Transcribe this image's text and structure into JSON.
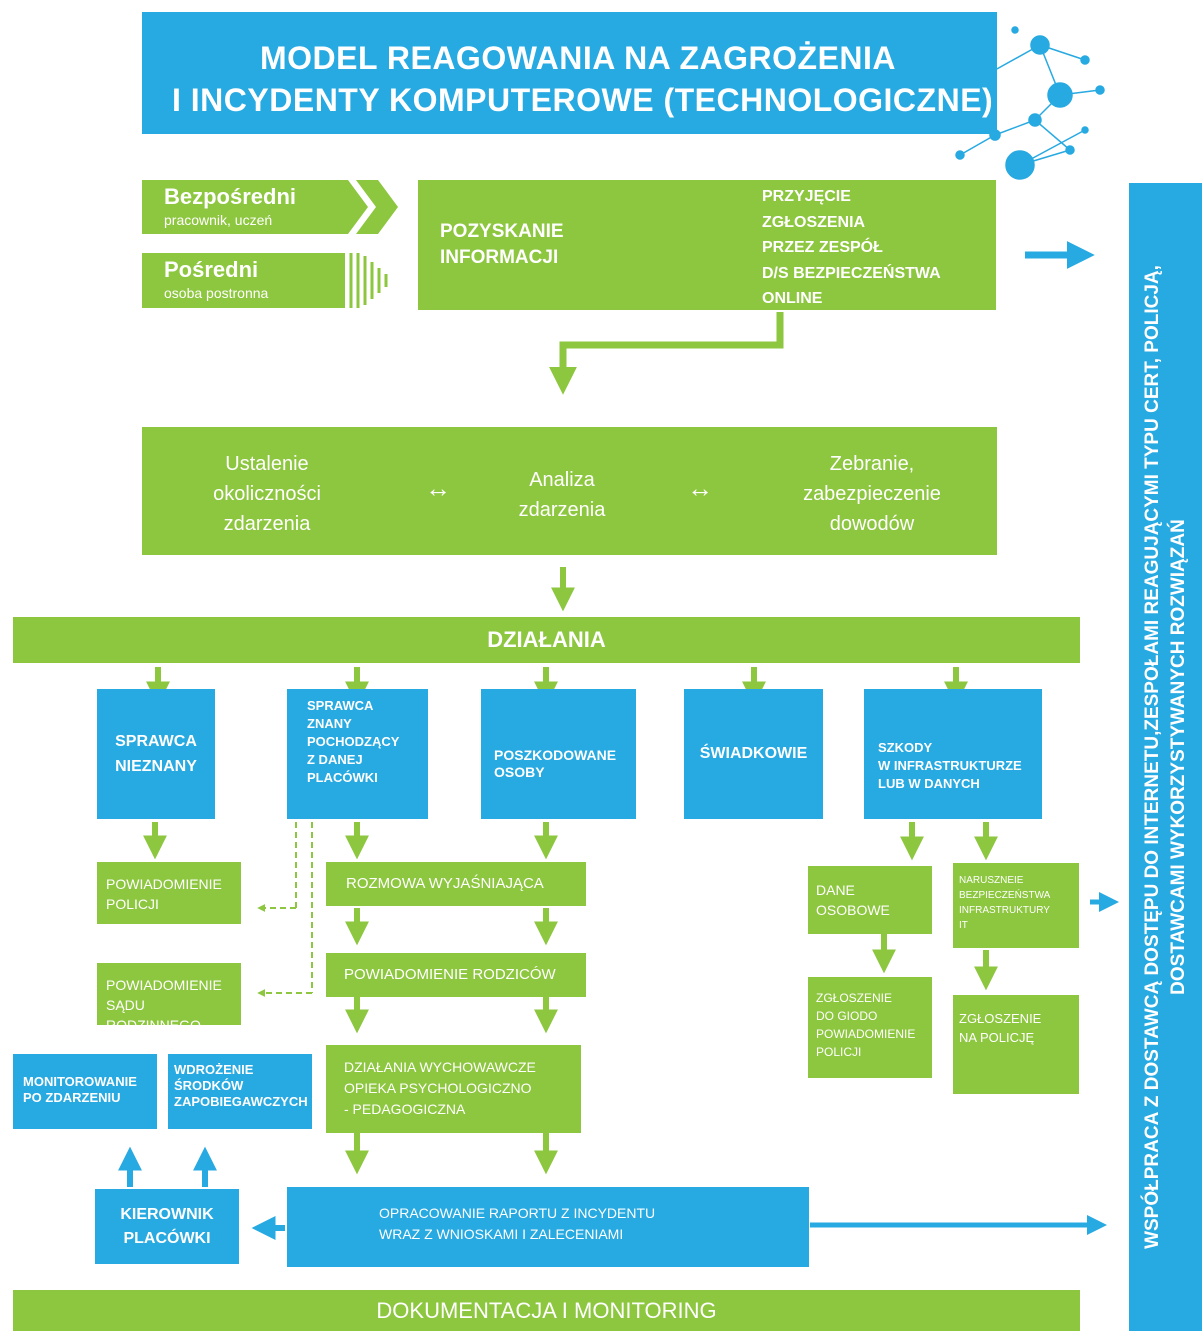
{
  "title": {
    "line1": "MODEL REAGOWANIA NA ZAGROŻENIA",
    "line2": "I INCYDENTY KOMPUTEROWE (TECHNOLOGICZNE)"
  },
  "sources": {
    "direct": {
      "title": "Bezpośredni",
      "subtitle": "pracownik, uczeń"
    },
    "indirect": {
      "title": "Pośredni",
      "subtitle": "osoba postronna"
    }
  },
  "acquire": {
    "line1": "POZYSKANIE",
    "line2": "INFORMACJI"
  },
  "accept": [
    "PRZYJĘCIE",
    "ZGŁOSZENIA",
    "PRZEZ ZESPÓŁ",
    "D/S BEZPIECZEŃSTWA",
    "ONLINE"
  ],
  "analysis": {
    "left": [
      "Ustalenie",
      "okoliczności",
      "zdarzenia"
    ],
    "center": [
      "Analiza",
      "zdarzenia"
    ],
    "right": [
      "Zebranie,",
      "zabezpieczenie",
      "dowodów"
    ],
    "arrow_glyph": "↔"
  },
  "actions_label": "DZIAŁANIA",
  "categories": {
    "unknown": [
      "SPRAWCA",
      "NIEZNANY"
    ],
    "known": [
      "SPRAWCA",
      "ZNANY",
      "POCHODZĄCY",
      "Z DANEJ",
      "PLACÓWKI"
    ],
    "victims": [
      "POSZKODOWANE",
      "OSOBY"
    ],
    "witnesses": "ŚWIADKOWIE",
    "damage": [
      "SZKODY",
      "W INFRASTRUKTURZE",
      "LUB W DANYCH"
    ]
  },
  "steps": {
    "notify_police": [
      "POWIADOMIENIE",
      "POLICJI"
    ],
    "notify_court": [
      "POWIADOMIENIE",
      "SĄDU RODZINNEGO"
    ],
    "talk": "ROZMOWA WYJAŚNIAJĄCA",
    "notify_parents": "POWIADOMIENIE RODZICÓW",
    "educational": [
      "DZIAŁANIA WYCHOWAWCZE",
      "OPIEKA PSYCHOLOGICZNO",
      "- PEDAGOGICZNA"
    ],
    "personal_data": [
      "DANE",
      "OSOBOWE"
    ],
    "infra_breach": [
      "NARUSZNEIE",
      "BEZPIECZEŃSTWA",
      "INFRASTRUKTURY",
      "IT"
    ],
    "giodo": [
      "ZGŁOSZENIE",
      "DO GIODO",
      "POWIADOMIENIE",
      "POLICJI"
    ],
    "police_report": [
      "ZGŁOSZENIE",
      "NA POLICJĘ"
    ],
    "monitoring": [
      "MONITOROWANIE",
      "PO ZDARZENIU"
    ],
    "prevention": [
      "WDROŻENIE",
      "ŚRODKÓW",
      "ZAPOBIEGAWCZYCH"
    ],
    "head": [
      "KIEROWNIK",
      "PLACÓWKI"
    ],
    "report": [
      "OPRACOWANIE RAPORTU Z INCYDENTU",
      "WRAZ Z WNIOSKAMI I ZALECENIAMI"
    ]
  },
  "footer": "DOKUMENTACJA I MONITORING",
  "side_text": [
    "WSPÓŁPRACA Z DOSTAWCĄ DOSTĘPU DO INTERNETU,ZESPOŁAMI REAGUJĄCYMI TYPU CERT, POLICJĄ,",
    "DOSTAWCAMI WYKORZYSTYWANYCH ROZWIĄZAŃ"
  ],
  "colors": {
    "green": "#8dc63f",
    "blue": "#27a9e1",
    "white": "#ffffff"
  }
}
